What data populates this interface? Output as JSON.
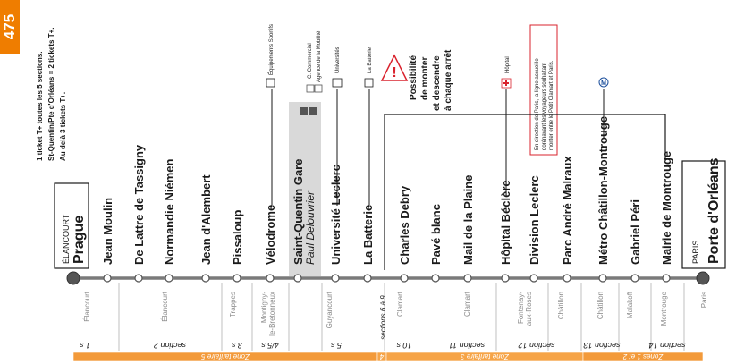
{
  "line": {
    "number": "475",
    "color": "#ef7d00"
  },
  "terminus_start": {
    "city": "ÉLANCOURT",
    "name": "Prague"
  },
  "terminus_end": {
    "city": "PARIS",
    "name": "Porte d'Orléans"
  },
  "tickets_note": {
    "line1": "1 ticket T+ toutes les 5 sections.",
    "line2": "St-Quentin/Pte d'Orléans = 2 tickets T+.",
    "line3": "Au delà 3 tickets T+."
  },
  "stops": [
    {
      "name": "Jean Moulin"
    },
    {
      "name": "De Lattre de Tassigny"
    },
    {
      "name": "Normandie Niémen"
    },
    {
      "name": "Jean d'Alembert"
    },
    {
      "name": "Pissaloup"
    },
    {
      "name": "Vélodrome",
      "poi": "Équipements Sportifs"
    },
    {
      "name": "Saint-Quentin Gare",
      "sub": "Paul Delouvrier",
      "highlight": true,
      "poi1": "C. Commercial",
      "poi2": "Agence de la Mobilité"
    },
    {
      "name": "Université Leclerc",
      "poi": "Universités"
    },
    {
      "name": "La Batterie",
      "poi": "La Batterie"
    },
    {
      "name": "Charles Debry"
    },
    {
      "name": "Pavé blanc"
    },
    {
      "name": "Mail de la Plaine"
    },
    {
      "name": "Hôpital Béclère",
      "poi": "Hôpital"
    },
    {
      "name": "Division Leclerc"
    },
    {
      "name": "Parc André Malraux"
    },
    {
      "name": "Métro Châtillon-Montrouge"
    },
    {
      "name": "Gabriel Péri"
    },
    {
      "name": "Mairie de Montrouge"
    }
  ],
  "warning": {
    "line1": "Possibilité",
    "line2": "de monter",
    "line3": "et descendre",
    "line4": "à chaque arrêt"
  },
  "info_box": {
    "line1": "En direction de Paris, la ligne accueille",
    "line2": "dorénavant les voyageurs souhaitant",
    "line3": "monter entre le Petit Clamart et Paris."
  },
  "metro_symbol": "M",
  "communes": [
    "Élancourt",
    "Élancourt",
    "Trappes",
    "Montigny-le-Bretonneux",
    "Guyancourt",
    "Clamart",
    "Clamart",
    "Fontenay-aux-Roses",
    "Châtillon",
    "Châtillon",
    "Malakoff",
    "Montrouge",
    "Paris"
  ],
  "sections": [
    "1 s",
    "section 2",
    "3 s",
    "4/5 s",
    "5 s",
    "sections 6 à 9",
    "10 s",
    "section 11",
    "section 12",
    "section 13",
    "section 14"
  ],
  "zones": [
    "Zone tarifaire 5",
    "4",
    "Zone tarifaire 3",
    "Zones 1 et 2"
  ],
  "colors": {
    "accent": "#ef7d00",
    "zone5": "#f39a3a",
    "zone3": "#f6a447",
    "zone12": "#f39a3a",
    "line_gray": "#7a7a7a",
    "highlight": "#d9d9d9",
    "warning_red": "#d9232e",
    "hospital_red": "#d9232e",
    "metro_blue": "#1c4f9c"
  },
  "icons": [
    "warning-triangle-icon",
    "hospital-icon",
    "metro-icon",
    "stadium-icon",
    "shop-icon",
    "mobility-agency-icon",
    "university-icon",
    "monument-icon"
  ]
}
